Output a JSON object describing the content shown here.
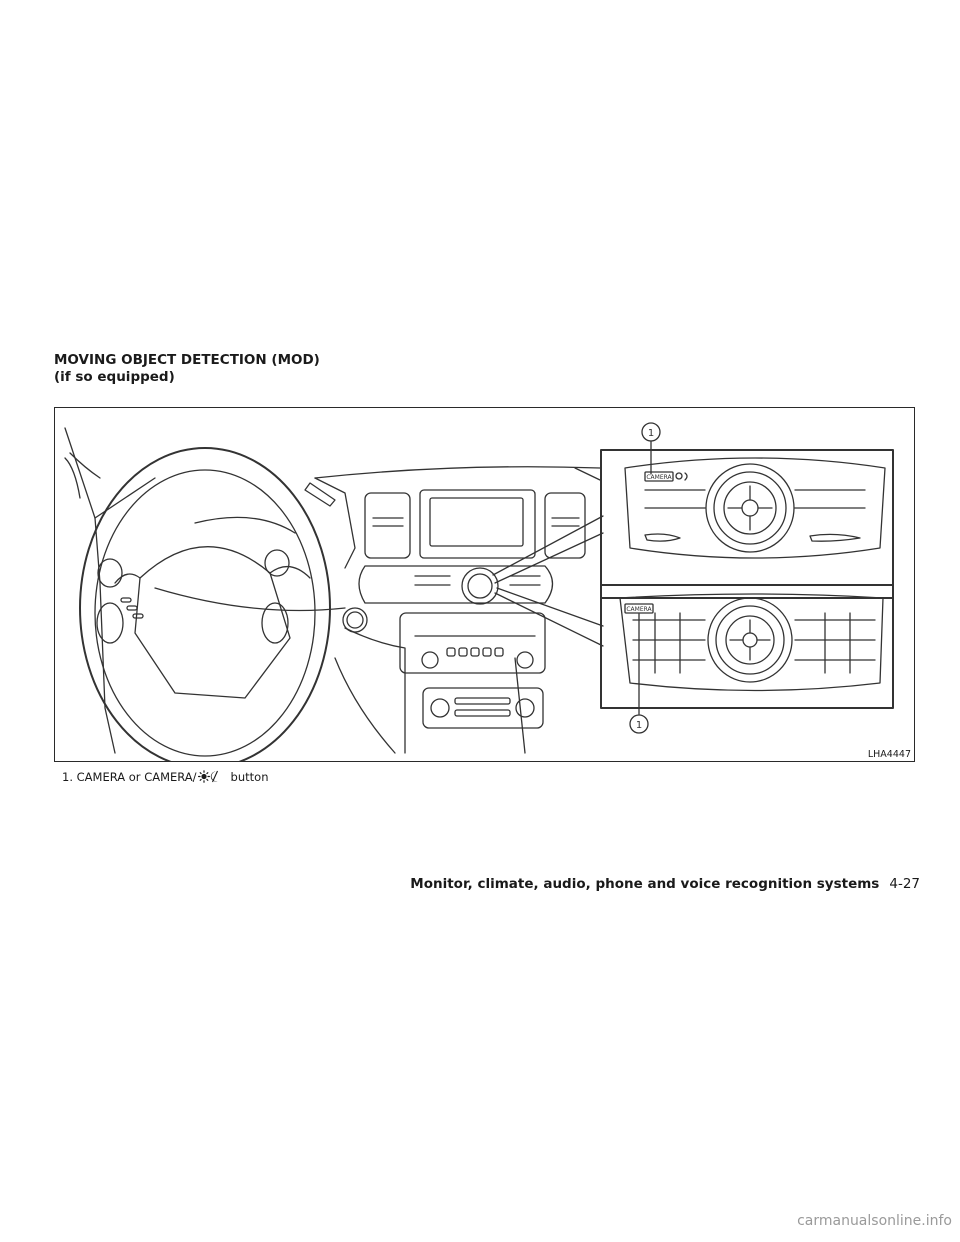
{
  "heading": {
    "line1": "MOVING OBJECT DETECTION (MOD)",
    "line2": "(if so equipped)"
  },
  "figure": {
    "callout_number": "1",
    "button_label": "CAMERA",
    "code": "LHA4447"
  },
  "caption": {
    "number": "1.",
    "text_before_icon": "CAMERA or CAMERA/",
    "icon": "sun-moon-icon",
    "text_after_icon": "button"
  },
  "footer": {
    "section": "Monitor, climate, audio, phone and voice recognition systems",
    "page": "4-27"
  },
  "watermark": "carmanualsonline.info"
}
